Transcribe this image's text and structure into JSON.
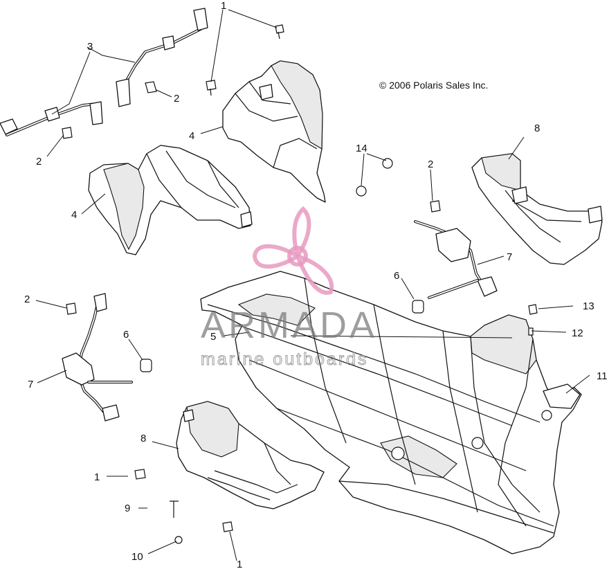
{
  "copyright": "© 2006 Polaris Sales Inc.",
  "watermark": {
    "title": "ARMADA",
    "subtitle": "marine outboards",
    "logo_color": "#e89ac0"
  },
  "callouts": {
    "c1_top": "1",
    "c1_left": "1",
    "c1_bottom": "1",
    "c2_a": "2",
    "c2_b": "2",
    "c2_c": "2",
    "c2_d": "2",
    "c3": "3",
    "c4_a": "4",
    "c4_b": "4",
    "c5": "5",
    "c6_a": "6",
    "c6_b": "6",
    "c7_a": "7",
    "c7_b": "7",
    "c8_a": "8",
    "c8_b": "8",
    "c9": "9",
    "c10": "10",
    "c11": "11",
    "c12": "12",
    "c13": "13",
    "c14": "14"
  }
}
